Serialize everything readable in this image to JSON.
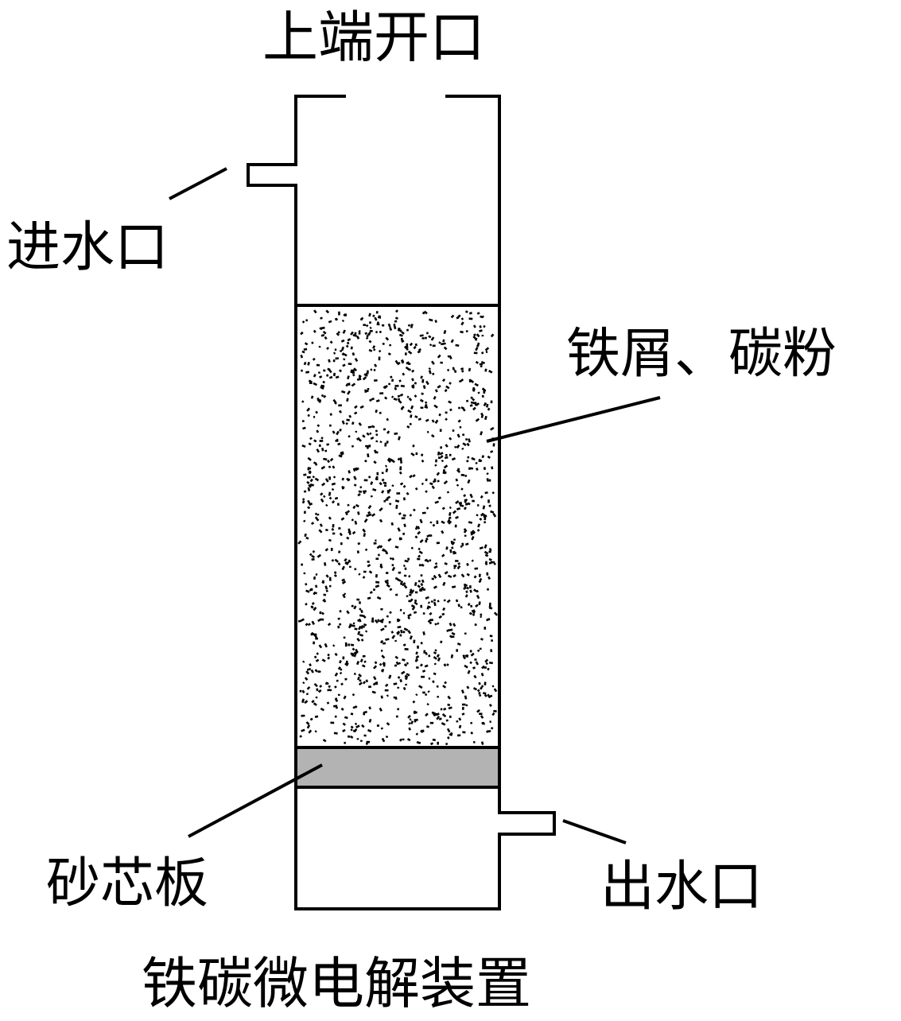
{
  "labels": {
    "top_opening": "上端开口",
    "inlet": "进水口",
    "fill": "铁屑、碳粉",
    "sand_plate": "砂芯板",
    "outlet": "出水口",
    "title": "铁碳微电解装置"
  },
  "colors": {
    "stroke": "#000000",
    "sand_plate": "#b3b3b3",
    "background": "#ffffff"
  }
}
